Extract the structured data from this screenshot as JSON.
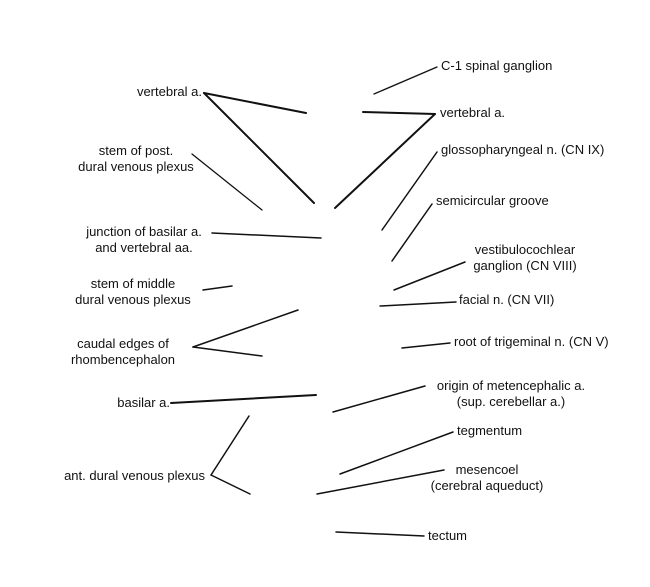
{
  "labels": {
    "c1_spinal_ganglion": [
      "C-1 spinal ganglion"
    ],
    "vertebral_a_right": [
      "vertebral a."
    ],
    "glossopharyngeal": [
      "glossopharyngeal n. (CN IX)"
    ],
    "semicircular_groove": [
      "semicircular groove"
    ],
    "vestibulocochlear": [
      "vestibulocochlear",
      "ganglion (CN VIII)"
    ],
    "facial": [
      "facial n. (CN VII)"
    ],
    "trigeminal_root": [
      "root of trigeminal n. (CN V)"
    ],
    "metencephalic": [
      "origin of metencephalic a.",
      "(sup. cerebellar a.)"
    ],
    "tegmentum": [
      "tegmentum"
    ],
    "mesencoel": [
      "mesencoel",
      "(cerebral aqueduct)"
    ],
    "tectum": [
      "tectum"
    ],
    "vertebral_a_left": [
      "vertebral a."
    ],
    "post_dural_plexus": [
      "stem of post.",
      "dural venous plexus"
    ],
    "basilar_junction": [
      "junction of basilar a.",
      "and vertebral aa."
    ],
    "middle_dural_plexus": [
      "stem of middle",
      "dural venous plexus"
    ],
    "rhombencephalon_edges": [
      "caudal edges of",
      "rhombencephalon"
    ],
    "basilar_a": [
      "basilar a."
    ],
    "ant_dural_plexus": [
      "ant. dural venous plexus"
    ]
  }
}
